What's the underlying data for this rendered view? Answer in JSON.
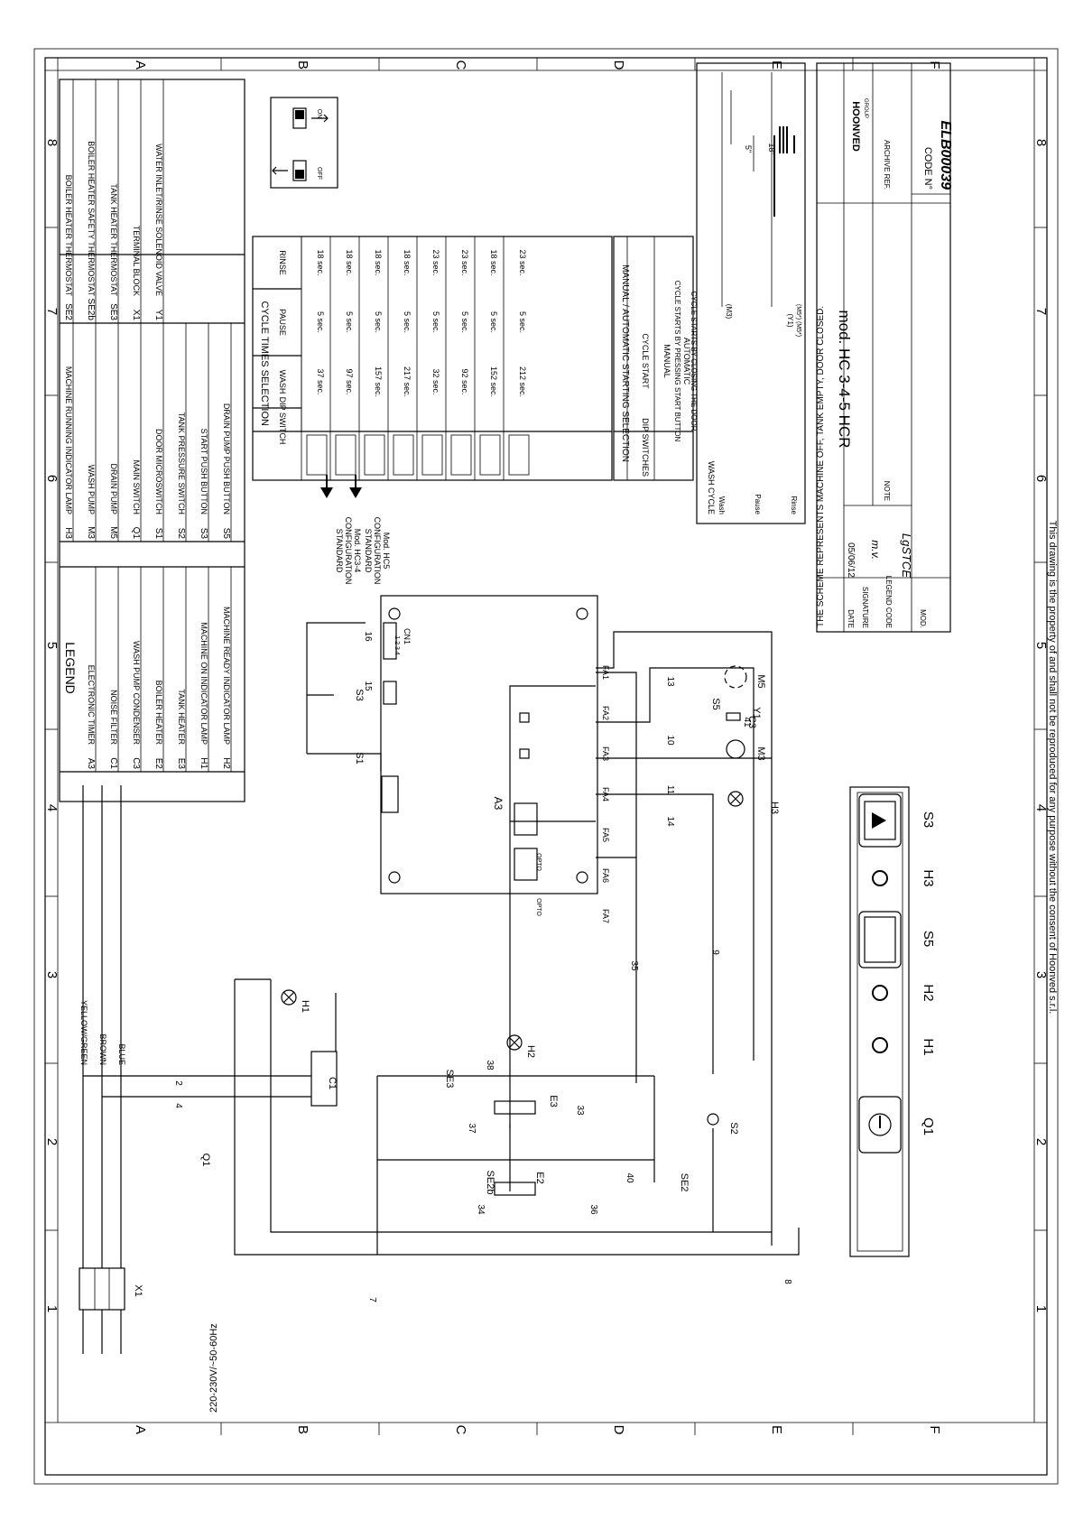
{
  "grid": {
    "cols_top": [
      "A",
      "B",
      "C",
      "D",
      "E",
      "F"
    ],
    "rows_side": [
      "8",
      "7",
      "6",
      "5",
      "4",
      "3",
      "2",
      "1"
    ]
  },
  "legend": {
    "title": "LEGEND",
    "items": [
      {
        "code": "A3",
        "desc": "ELECTRONIC TIMER"
      },
      {
        "code": "C1",
        "desc": "NOISE FILTER"
      },
      {
        "code": "C3",
        "desc": "WASH PUMP CONDENSER"
      },
      {
        "code": "E2",
        "desc": "BOILER HEATER"
      },
      {
        "code": "E3",
        "desc": "TANK HEATER"
      },
      {
        "code": "H1",
        "desc": "MACHINE ON INDICATOR LAMP"
      },
      {
        "code": "H2",
        "desc": "MACHINE READY INDICATOR LAMP"
      },
      {
        "code": "H3",
        "desc": "MACHINE RUNNING INDICATOR LAMP"
      },
      {
        "code": "M3",
        "desc": "WASH PUMP"
      },
      {
        "code": "M5",
        "desc": "DRAIN PUMP"
      },
      {
        "code": "Q1",
        "desc": "MAIN SWITCH"
      },
      {
        "code": "S1",
        "desc": "DOOR MICROSWITCH"
      },
      {
        "code": "S2",
        "desc": "TANK PRESSURE SWITCH"
      },
      {
        "code": "S3",
        "desc": "START PUSH BUTTON"
      },
      {
        "code": "S5",
        "desc": "DRAIN PUMP PUSH BUTTON"
      },
      {
        "code": "SE2",
        "desc": "BOILER HEATER THERMOSTAT"
      },
      {
        "code": "SE2b",
        "desc": "BOILER HEATER SAFETY THERMOSTAT"
      },
      {
        "code": "SE3",
        "desc": "TANK HEATER THERMOSTAT"
      },
      {
        "code": "X1",
        "desc": "TERMINAL BLOCK"
      },
      {
        "code": "Y1",
        "desc": "WATER INLET/RINSE SOLENOID VALVE"
      }
    ]
  },
  "dip_icon": {
    "off": "OFF",
    "on": "ON"
  },
  "cycle_times": {
    "title": "CYCLE TIMES SELECTION",
    "headers": [
      "DIP SWITCH",
      "WASH",
      "PAUSE",
      "RINSE"
    ],
    "rows": [
      {
        "wash": "37 sec.",
        "pause": "5 sec.",
        "rinse": "18 sec."
      },
      {
        "wash": "97 sec.",
        "pause": "5 sec.",
        "rinse": "18 sec."
      },
      {
        "wash": "157 sec.",
        "pause": "5 sec.",
        "rinse": "18 sec."
      },
      {
        "wash": "217 sec.",
        "pause": "5 sec.",
        "rinse": "18 sec."
      },
      {
        "wash": "32 sec.",
        "pause": "5 sec.",
        "rinse": "23 sec."
      },
      {
        "wash": "92 sec.",
        "pause": "5 sec.",
        "rinse": "23 sec."
      },
      {
        "wash": "152 sec.",
        "pause": "5 sec.",
        "rinse": "18 sec."
      },
      {
        "wash": "212 sec.",
        "pause": "5 sec.",
        "rinse": "23 sec."
      }
    ],
    "std_config": [
      [
        "STANDARD",
        "CONFIGURATION",
        "Mod. HC3-4"
      ],
      [
        "STANDARD",
        "CONFIGURATION",
        "Mod. HC5"
      ]
    ]
  },
  "manual_auto": {
    "title": "MANUAL / AUTOMATIC STARTING SELECTION",
    "headers": [
      "DIP SWITCHES",
      "CYCLE START"
    ],
    "rows": [
      [
        "MANUAL",
        "CYCLE STARTS BY PRESSING START BUTTON"
      ],
      [
        "AUTOMATIC",
        "CYCLE STARTS BY CLOSING THE DOOR"
      ]
    ]
  },
  "wash_cycle": {
    "title": "WASH CYCLE",
    "labels": [
      "Wash",
      "Pause",
      "Rinse"
    ],
    "m3": "(M3)",
    "y1": "(Y1)",
    "y1b": "(M5*) (M5*)",
    "t1": "5\"",
    "t2": "18\""
  },
  "title_block": {
    "scheme_note": "THE SCHEME REPRESENTS MACHINE OFF, TANK EMPTY, DOOR CLOSED.",
    "model": "mod. HC 3-4-5 HCR",
    "date_label": "DATE",
    "date": "05/06/12",
    "signature_label": "SIGNATURE",
    "signature": "m.v.",
    "legend_code_label": "LEGEND CODE",
    "legend_code": "LgSTCE",
    "mod_label": "MOD.",
    "note_label": "NOTE",
    "archive_label": "ARCHIVE REF.",
    "code_label": "CODE N°",
    "code": "ELB00039",
    "brand": "HOONVED",
    "brand_group": "GROUP"
  },
  "supply": {
    "voltage": "220-230V/~50-60Hz",
    "wires": [
      "YELLOW/GREEN",
      "BROWN",
      "BLUE"
    ]
  },
  "components": {
    "timer": "A3",
    "cn1": "CN1",
    "cn1_pins": "1 2 3 4",
    "outputs": [
      "FA1",
      "FA2",
      "FA3",
      "FA4",
      "FA5",
      "FA6",
      "FA7"
    ],
    "opto": "OPTO",
    "labels": [
      "S1",
      "S3",
      "X1",
      "Q1",
      "C1",
      "H1",
      "H2",
      "H3",
      "M3",
      "M5",
      "C3",
      "Y1",
      "S5",
      "S2",
      "SE3",
      "SE2b",
      "SE2",
      "E2",
      "E3"
    ],
    "wire_numbers": [
      "7",
      "8",
      "9",
      "10",
      "11",
      "13",
      "14",
      "15",
      "16",
      "33",
      "34",
      "35",
      "36",
      "37",
      "38",
      "40",
      "41",
      "2",
      "4"
    ]
  },
  "panel": {
    "labels": [
      "Q1",
      "H1",
      "H2",
      "S5",
      "H3",
      "S3"
    ]
  },
  "footer": {
    "copyright": "This drawing is the property of and shall not be reproduced for any purpose without the consent of Hoonved s.r.l."
  }
}
